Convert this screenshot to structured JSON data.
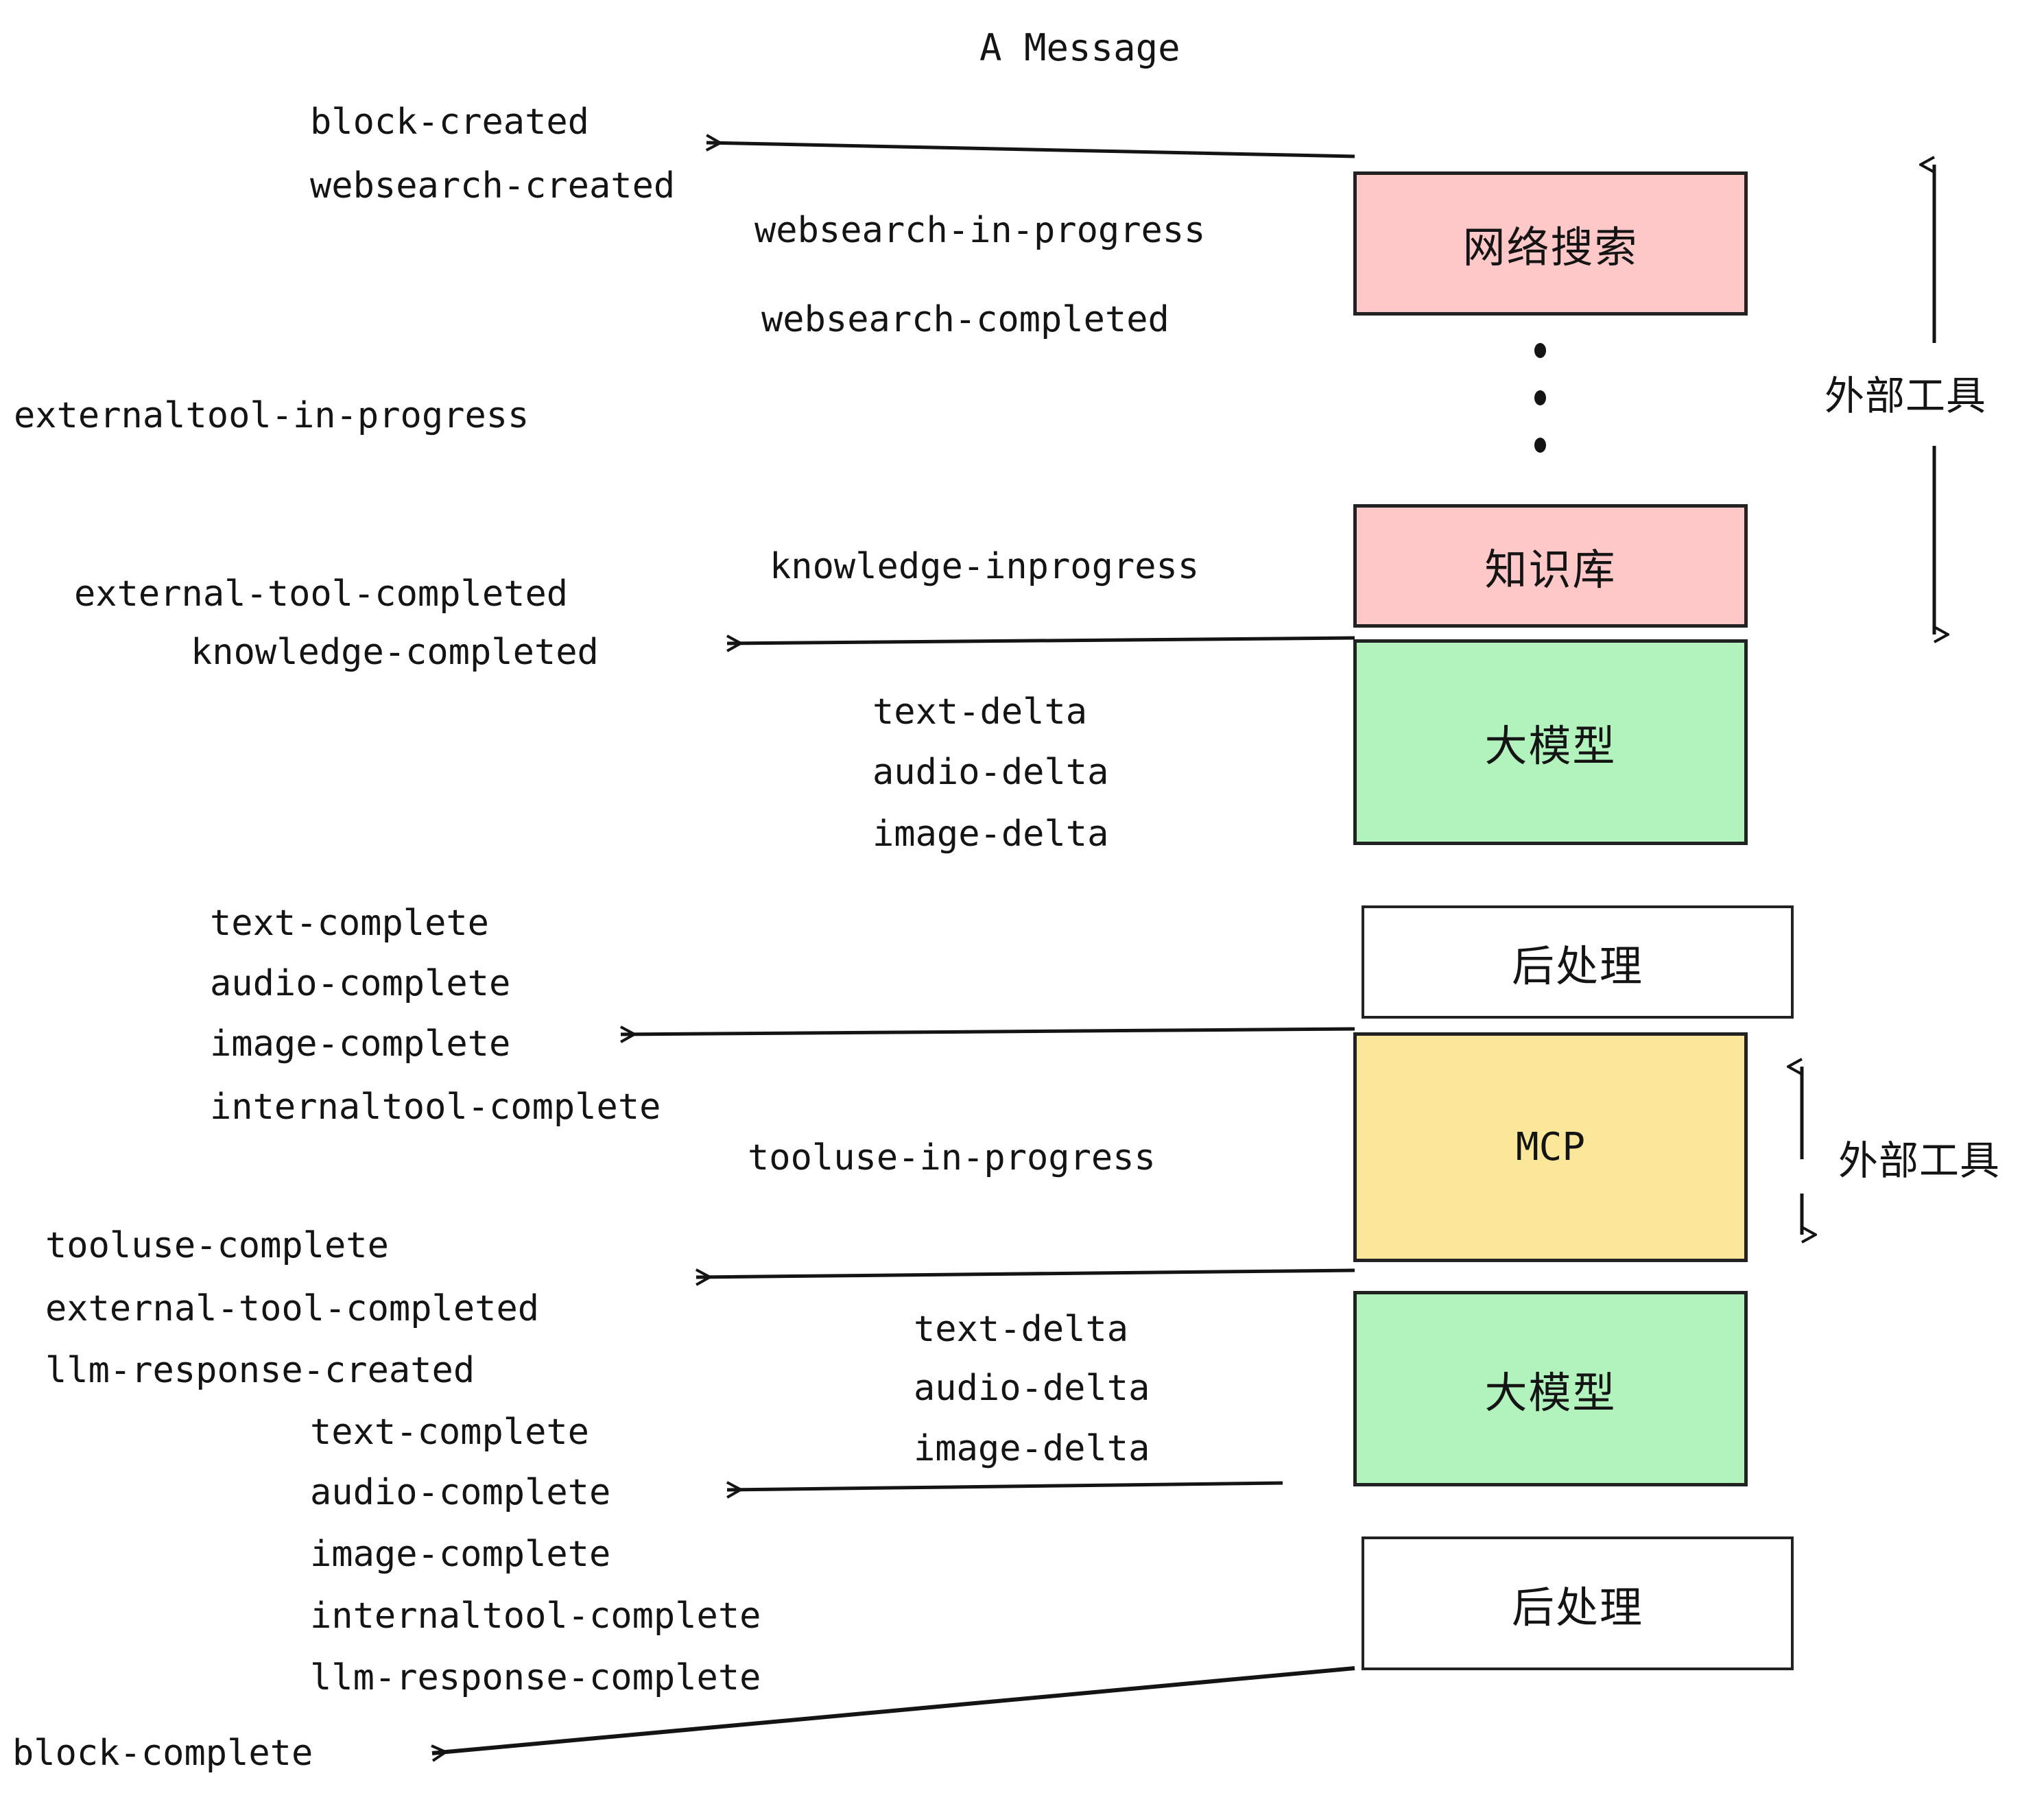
{
  "title": "A Message",
  "colors": {
    "pink": "#FFC8C8",
    "green": "#B2F2BD",
    "yellow": "#FAE79A",
    "white": "#FFFFFF",
    "stroke": "#222222",
    "text": "#141414"
  },
  "boxes": {
    "websearch": "网络搜索",
    "knowledge": "知识库",
    "llm_top": "大模型",
    "postprocess_top": "后处理",
    "mcp": "MCP",
    "llm_bottom": "大模型",
    "postprocess_bottom": "后处理"
  },
  "side_labels": {
    "external_tool_top": "外部工具",
    "external_tool_bottom": "外部工具"
  },
  "events": {
    "block_created": "block-created",
    "websearch_created": "websearch-created",
    "websearch_in_progress": "websearch-in-progress",
    "websearch_completed": "websearch-completed",
    "externaltool_in_progress": "externaltool-in-progress",
    "knowledge_inprogress": "knowledge-inprogress",
    "external_tool_completed_1": "external-tool-completed",
    "knowledge_completed": "knowledge-completed",
    "text_delta_1": "text-delta",
    "audio_delta_1": "audio-delta",
    "image_delta_1": "image-delta",
    "text_complete_1": "text-complete",
    "audio_complete_1": "audio-complete",
    "image_complete_1": "image-complete",
    "internaltool_complete_1": "internaltool-complete",
    "tooluse_in_progress": "tooluse-in-progress",
    "tooluse_complete": "tooluse-complete",
    "external_tool_completed_2": "external-tool-completed",
    "llm_response_created": "llm-response-created",
    "text_delta_2": "text-delta",
    "audio_delta_2": "audio-delta",
    "image_delta_2": "image-delta",
    "text_complete_2": "text-complete",
    "audio_complete_2": "audio-complete",
    "image_complete_2": "image-complete",
    "internaltool_complete_2": "internaltool-complete",
    "llm_response_complete": "llm-response-complete",
    "block_complete": "block-complete"
  }
}
